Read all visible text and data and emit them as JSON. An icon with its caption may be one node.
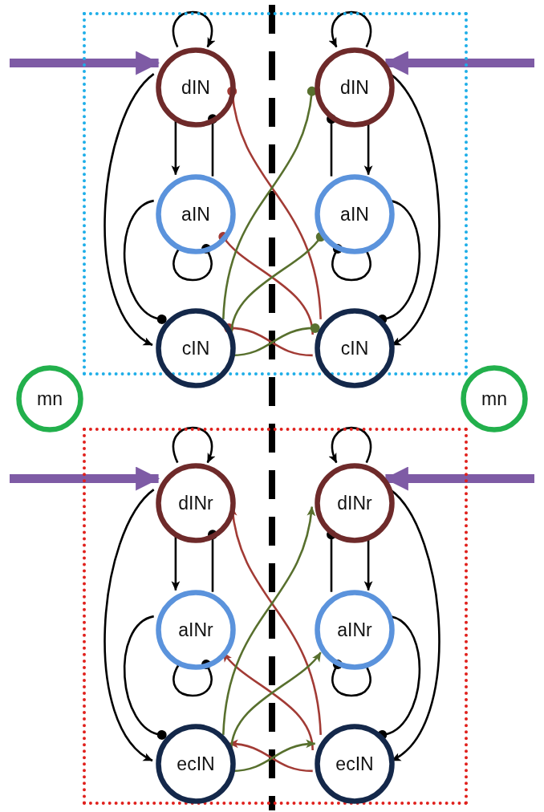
{
  "diagram": {
    "nodes": [
      {
        "text": [],
        "shape": "box"
      },
      {
        "text": [
          "dIN"
        ],
        "in": 0
      },
      {
        "text": [
          "dIN"
        ],
        "in": 0
      },
      {
        "text": [
          "aIN"
        ],
        "in": 0
      },
      {
        "text": [
          "aIN"
        ],
        "in": 0
      },
      {
        "text": [
          "cIN"
        ],
        "in": 0
      },
      {
        "text": [
          "cIN"
        ],
        "in": 0
      },
      {
        "text": [
          "mn"
        ]
      },
      {
        "text": [
          "mn"
        ]
      },
      {
        "text": [],
        "shape": "box"
      },
      {
        "text": [
          "dINr"
        ],
        "in": 9
      },
      {
        "text": [
          "dINr"
        ],
        "in": 9
      },
      {
        "text": [
          "aINr"
        ],
        "in": 9
      },
      {
        "text": [
          "aINr"
        ],
        "in": 9
      },
      {
        "text": [
          "ecIN"
        ],
        "in": 9
      },
      {
        "text": [
          "ecIN"
        ],
        "in": 9
      }
    ],
    "edges": [
      {
        "from": null,
        "to": 1,
        "arrow": "to",
        "style": "thick",
        "color": "#7e5ba5"
      },
      {
        "from": null,
        "to": 2,
        "arrow": "to",
        "style": "thick",
        "color": "#7e5ba5"
      },
      {
        "from": 1,
        "to": 1,
        "arrow": "to"
      },
      {
        "from": 2,
        "to": 2,
        "arrow": "to"
      },
      {
        "from": 1,
        "to": 3,
        "arrow": "to"
      },
      {
        "from": 3,
        "to": 1,
        "arrow": "other"
      },
      {
        "from": 1,
        "to": 5,
        "arrow": "to"
      },
      {
        "from": 3,
        "to": 5,
        "arrow": "other"
      },
      {
        "from": 3,
        "to": 3,
        "arrow": "other"
      },
      {
        "from": 2,
        "to": 4,
        "arrow": "to"
      },
      {
        "from": 4,
        "to": 2,
        "arrow": "other"
      },
      {
        "from": 2,
        "to": 6,
        "arrow": "to"
      },
      {
        "from": 4,
        "to": 6,
        "arrow": "other"
      },
      {
        "from": 4,
        "to": 4,
        "arrow": "other"
      },
      {
        "from": 6,
        "to": 1,
        "arrow": "other",
        "color": "#a23b35"
      },
      {
        "from": 6,
        "to": 3,
        "arrow": "other",
        "color": "#a23b35"
      },
      {
        "from": 6,
        "to": 5,
        "arrow": "other",
        "color": "#a23b35"
      },
      {
        "from": 5,
        "to": 2,
        "arrow": "other",
        "color": "#58702e"
      },
      {
        "from": 5,
        "to": 4,
        "arrow": "other",
        "color": "#58702e"
      },
      {
        "from": 5,
        "to": 6,
        "arrow": "other",
        "color": "#58702e"
      },
      {
        "from": null,
        "to": 10,
        "arrow": "to",
        "style": "thick",
        "color": "#7e5ba5"
      },
      {
        "from": null,
        "to": 11,
        "arrow": "to",
        "style": "thick",
        "color": "#7e5ba5"
      },
      {
        "from": 10,
        "to": 10,
        "arrow": "to"
      },
      {
        "from": 11,
        "to": 11,
        "arrow": "to"
      },
      {
        "from": 10,
        "to": 12,
        "arrow": "to"
      },
      {
        "from": 12,
        "to": 10,
        "arrow": "other"
      },
      {
        "from": 10,
        "to": 14,
        "arrow": "to"
      },
      {
        "from": 12,
        "to": 14,
        "arrow": "other"
      },
      {
        "from": 12,
        "to": 12,
        "arrow": "other"
      },
      {
        "from": 11,
        "to": 13,
        "arrow": "to"
      },
      {
        "from": 13,
        "to": 11,
        "arrow": "other"
      },
      {
        "from": 11,
        "to": 15,
        "arrow": "to"
      },
      {
        "from": 13,
        "to": 15,
        "arrow": "other"
      },
      {
        "from": 13,
        "to": 13,
        "arrow": "other"
      },
      {
        "from": 15,
        "to": 10,
        "arrow": "to",
        "color": "#a23b35"
      },
      {
        "from": 15,
        "to": 12,
        "arrow": "to",
        "color": "#a23b35"
      },
      {
        "from": 15,
        "to": 14,
        "arrow": "to",
        "color": "#a23b35"
      },
      {
        "from": 14,
        "to": 11,
        "arrow": "to",
        "color": "#58702e"
      },
      {
        "from": 14,
        "to": 13,
        "arrow": "to",
        "color": "#58702e"
      },
      {
        "from": 14,
        "to": 15,
        "arrow": "to",
        "color": "#58702e"
      }
    ]
  }
}
